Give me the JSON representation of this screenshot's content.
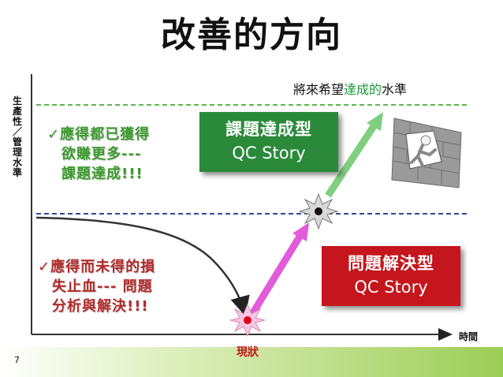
{
  "title": "改善的方向",
  "goal_label": {
    "prefix": "將來希望",
    "highlight": "達成的",
    "suffix": "水準"
  },
  "y_axis_label": [
    "生",
    "產",
    "性",
    "／",
    "管",
    "理",
    "水",
    "準"
  ],
  "x_axis_label": "時間",
  "note_upper": [
    "✓應得都已獲得",
    "欲賺更多---",
    "課題達成!!!"
  ],
  "note_lower": [
    "✓應得而未得的損",
    "失止血--- 問題",
    "分析與解決!!!"
  ],
  "box_green": {
    "line1": "課題達成型",
    "line2": "QC Story"
  },
  "box_red": {
    "line1": "問題解決型",
    "line2": "QC Story"
  },
  "current_label": "現狀",
  "page_number": "7",
  "colors": {
    "green": "#2a8a3a",
    "red": "#c4161c",
    "magenta": "#e25bd9",
    "light_green_arrow": "#7fcf7f",
    "dashed_green": "#5bb84a",
    "dashed_blue": "#2c4a9a"
  },
  "icons": [
    "wall-climber-icon",
    "starburst-icon"
  ]
}
